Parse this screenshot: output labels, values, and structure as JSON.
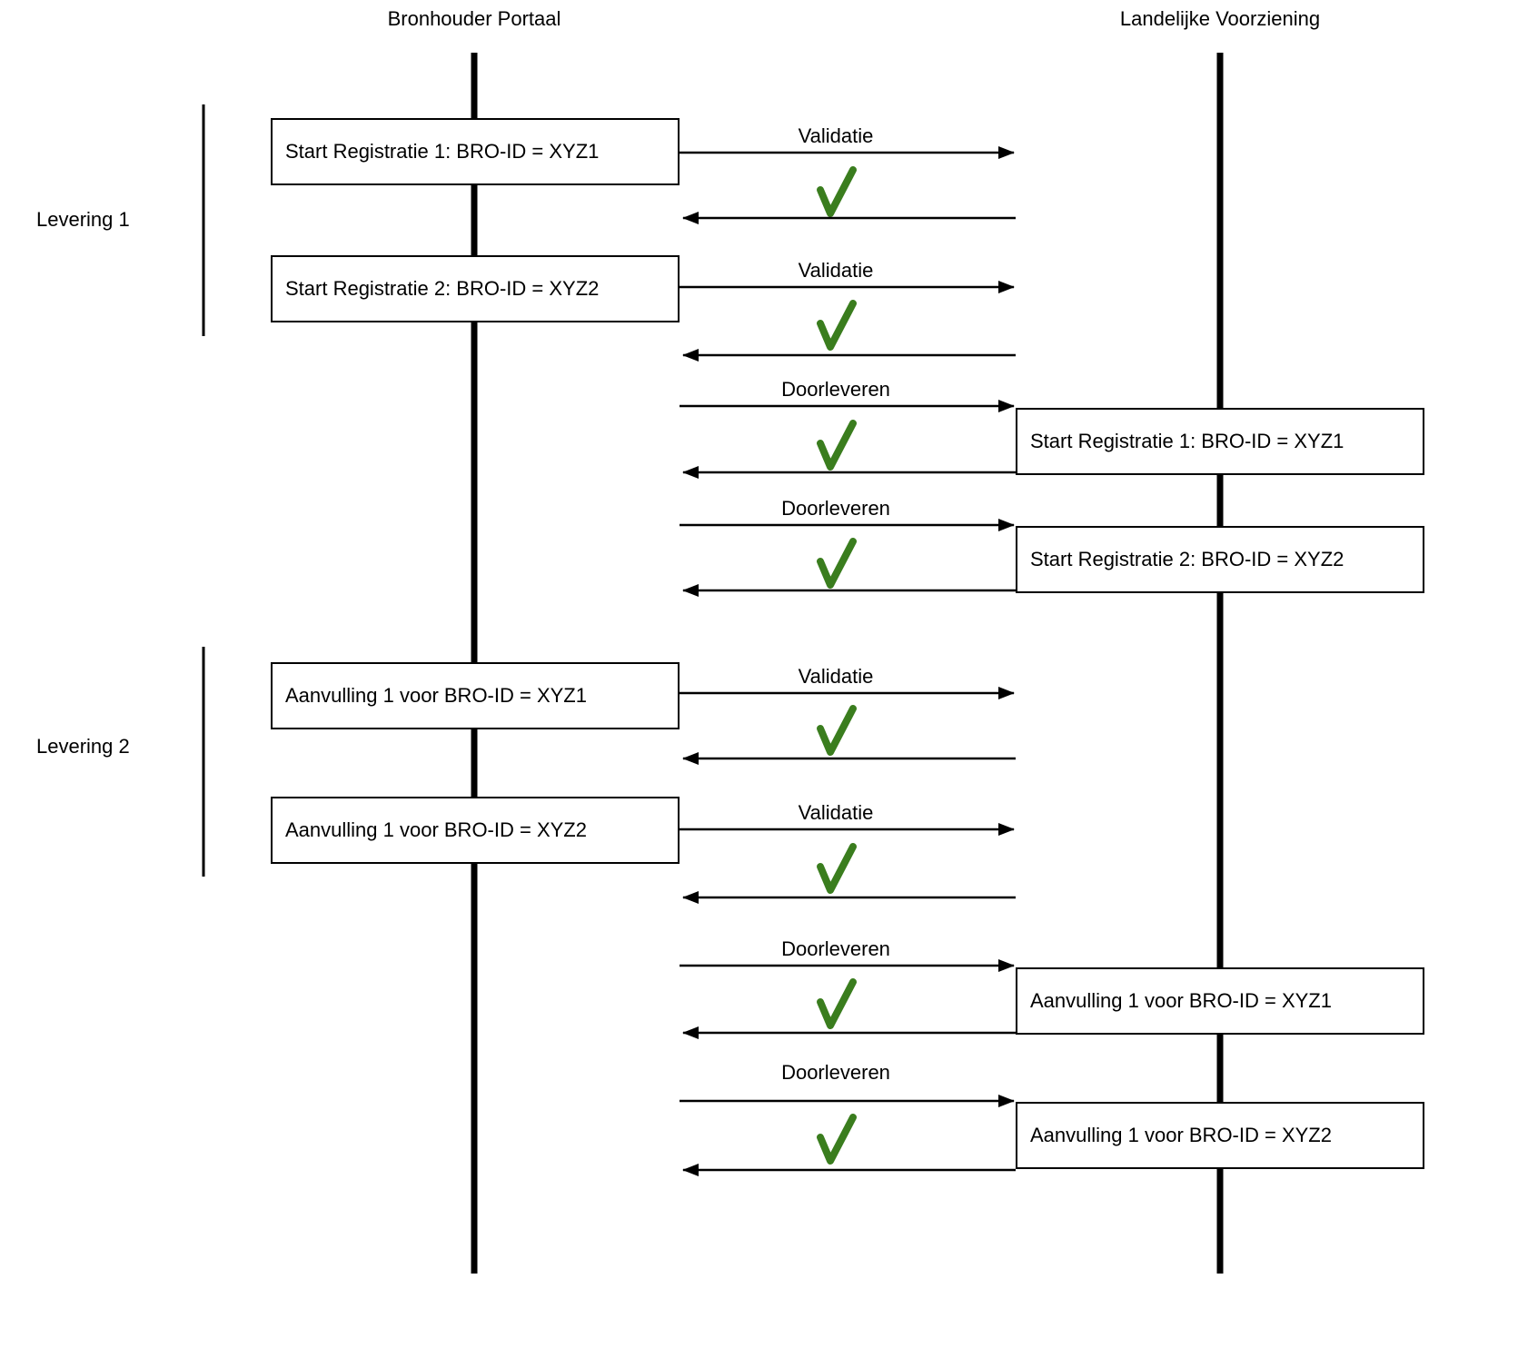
{
  "headers": {
    "left": "Bronhouder Portaal",
    "right": "Landelijke Voorziening"
  },
  "groups": [
    {
      "label": "Levering 1"
    },
    {
      "label": "Levering 2"
    }
  ],
  "boxes": {
    "left": [
      "Start Registratie 1: BRO-ID = XYZ1",
      "Start Registratie 2: BRO-ID = XYZ2",
      "Aanvulling 1 voor BRO-ID = XYZ1",
      "Aanvulling 1 voor BRO-ID = XYZ2"
    ],
    "right": [
      "Start Registratie 1: BRO-ID = XYZ1",
      "Start Registratie 2: BRO-ID = XYZ2",
      "Aanvulling 1 voor BRO-ID = XYZ1",
      "Aanvulling 1 voor BRO-ID = XYZ2"
    ]
  },
  "messages": [
    {
      "label": "Validatie",
      "from": "Bronhouder Portaal",
      "to": "Landelijke Voorziening",
      "result": "success"
    },
    {
      "label": "Validatie",
      "from": "Bronhouder Portaal",
      "to": "Landelijke Voorziening",
      "result": "success"
    },
    {
      "label": "Doorleveren",
      "from": "Bronhouder Portaal",
      "to": "Landelijke Voorziening",
      "result": "success"
    },
    {
      "label": "Doorleveren",
      "from": "Bronhouder Portaal",
      "to": "Landelijke Voorziening",
      "result": "success"
    },
    {
      "label": "Validatie",
      "from": "Bronhouder Portaal",
      "to": "Landelijke Voorziening",
      "result": "success"
    },
    {
      "label": "Validatie",
      "from": "Bronhouder Portaal",
      "to": "Landelijke Voorziening",
      "result": "success"
    },
    {
      "label": "Doorleveren",
      "from": "Bronhouder Portaal",
      "to": "Landelijke Voorziening",
      "result": "success"
    },
    {
      "label": "Doorleveren",
      "from": "Bronhouder Portaal",
      "to": "Landelijke Voorziening",
      "result": "success"
    }
  ],
  "colors": {
    "checkmark": "#3a7d1e",
    "line": "#000000",
    "background": "#ffffff"
  }
}
